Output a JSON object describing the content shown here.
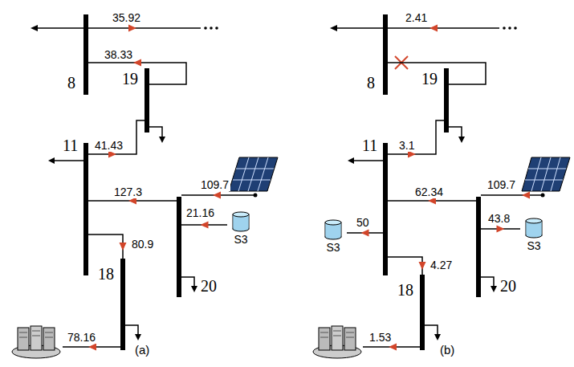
{
  "diagram": {
    "nodes": [
      {
        "text": [
          "8"
        ]
      },
      {
        "text": [
          "19"
        ]
      },
      {
        "text": [
          "11"
        ]
      },
      {
        "text": [
          "20"
        ]
      },
      {
        "text": [
          "S3"
        ]
      },
      {
        "text": [
          "18"
        ]
      },
      {
        "text": [
          "8"
        ]
      },
      {
        "text": [
          "19"
        ]
      },
      {
        "text": [
          "11"
        ]
      },
      {
        "text": [
          "S3"
        ]
      },
      {
        "text": [
          "20"
        ]
      },
      {
        "text": [
          "S3"
        ]
      },
      {
        "text": [
          "18"
        ]
      }
    ],
    "edges": [
      {
        "from": 1,
        "to": 0,
        "arrow": "to",
        "label": "38.33"
      },
      {
        "from": 2,
        "to": 1,
        "arrow": "to",
        "label": "41.43"
      },
      {
        "from": 3,
        "to": 2,
        "arrow": "to",
        "label": "127.3"
      },
      {
        "from": 4,
        "to": 3,
        "arrow": "to",
        "label": "21.16"
      },
      {
        "from": 2,
        "to": 5,
        "arrow": "to",
        "label": "80.9"
      },
      {
        "from": 7,
        "to": 6,
        "arrow": "none"
      },
      {
        "from": 8,
        "to": 7,
        "arrow": "to",
        "label": "3.1"
      },
      {
        "from": 10,
        "to": 8,
        "arrow": "to",
        "label": "62.34"
      },
      {
        "from": 8,
        "to": 9,
        "arrow": "to",
        "label": "50"
      },
      {
        "from": 10,
        "to": 11,
        "arrow": "to",
        "label": "43.8"
      },
      {
        "from": 8,
        "to": 12,
        "arrow": "to",
        "label": "4.27"
      }
    ],
    "labels": [
      "35.92",
      "109.7",
      "78.16",
      "(a)",
      "2.41",
      "109.7",
      "1.53",
      "(b)"
    ]
  }
}
